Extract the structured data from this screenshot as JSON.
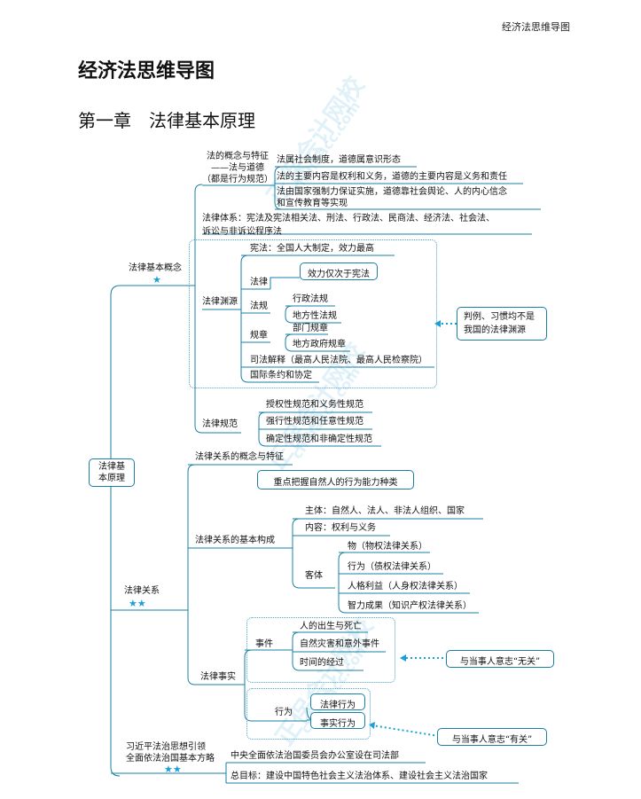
{
  "header": {
    "running_title": "经济法思维导图"
  },
  "title": "经济法思维导图",
  "chapter": "第一章　法律基本原理",
  "watermark": [
    "正保会计网校",
    "chinaacc.com"
  ],
  "root": "法律基\n本原理",
  "concept": {
    "label": "法律基本概念",
    "stars": "★",
    "features_label": "法的概念与特征\n——法与道德\n（都是行为规范）",
    "features": [
      "法属社会制度，道德属意识形态",
      "法的主要内容是权利和义务，道德的主要内容是义务和责任",
      "法由国家强制力保证实施，道德靠社会舆论、人的内心信念\n和宣传教育等实现"
    ],
    "system": "法律体系：宪法及宪法相关法、刑法、行政法、民商法、经济法、社会法、\n诉讼与非诉讼程序法",
    "sources_label": "法律渊源",
    "sources": {
      "constitution": "宪法：全国人大制定，效力最高",
      "law_label": "法律",
      "law_box": "效力仅次于宪法",
      "regs_label": "法规",
      "regs": [
        "行政法规",
        "地方性法规"
      ],
      "rules_label": "规章",
      "rules": [
        "部门规章",
        "地方政府规章"
      ],
      "judicial": "司法解释（最高人民法院、最高人民检察院）",
      "intl": "国际条约和协定"
    },
    "sources_note": "判例、习惯均不是\n我国的法律渊源",
    "norms_label": "法律规范",
    "norms": [
      "授权性规范和义务性规范",
      "强行性规范和任意性规范",
      "确定性规范和非确定性规范"
    ]
  },
  "relation": {
    "label": "法律关系",
    "stars": "★★",
    "concept": "法律关系的概念与特征",
    "structure_label": "法律关系的基本构成",
    "key_box": "重点把握自然人的行为能力种类",
    "subject": "主体：自然人、法人、非法人组织、国家",
    "content": "内容：权利与义务",
    "object_label": "客体",
    "objects": [
      "物（物权法律关系）",
      "行为（债权法律关系）",
      "人格利益（人身权法律关系）",
      "智力成果（知识产权法律关系）"
    ],
    "facts_label": "法律事实",
    "events_label": "事件",
    "events": [
      "人的出生与死亡",
      "自然灾害和意外事件",
      "时间的经过"
    ],
    "events_note": "与当事人意志“无关”",
    "acts_label": "行为",
    "acts": [
      "法律行为",
      "事实行为"
    ],
    "acts_note": "与当事人意志“有关”"
  },
  "xi": {
    "label": "习近平法治思想引领\n全面依法治国基本方略",
    "stars": "★★",
    "items": [
      "中央全面依法治国委员会办公室设在司法部",
      "总目标：建设中国特色社会主义法治体系、建设社会主义法治国家"
    ]
  }
}
